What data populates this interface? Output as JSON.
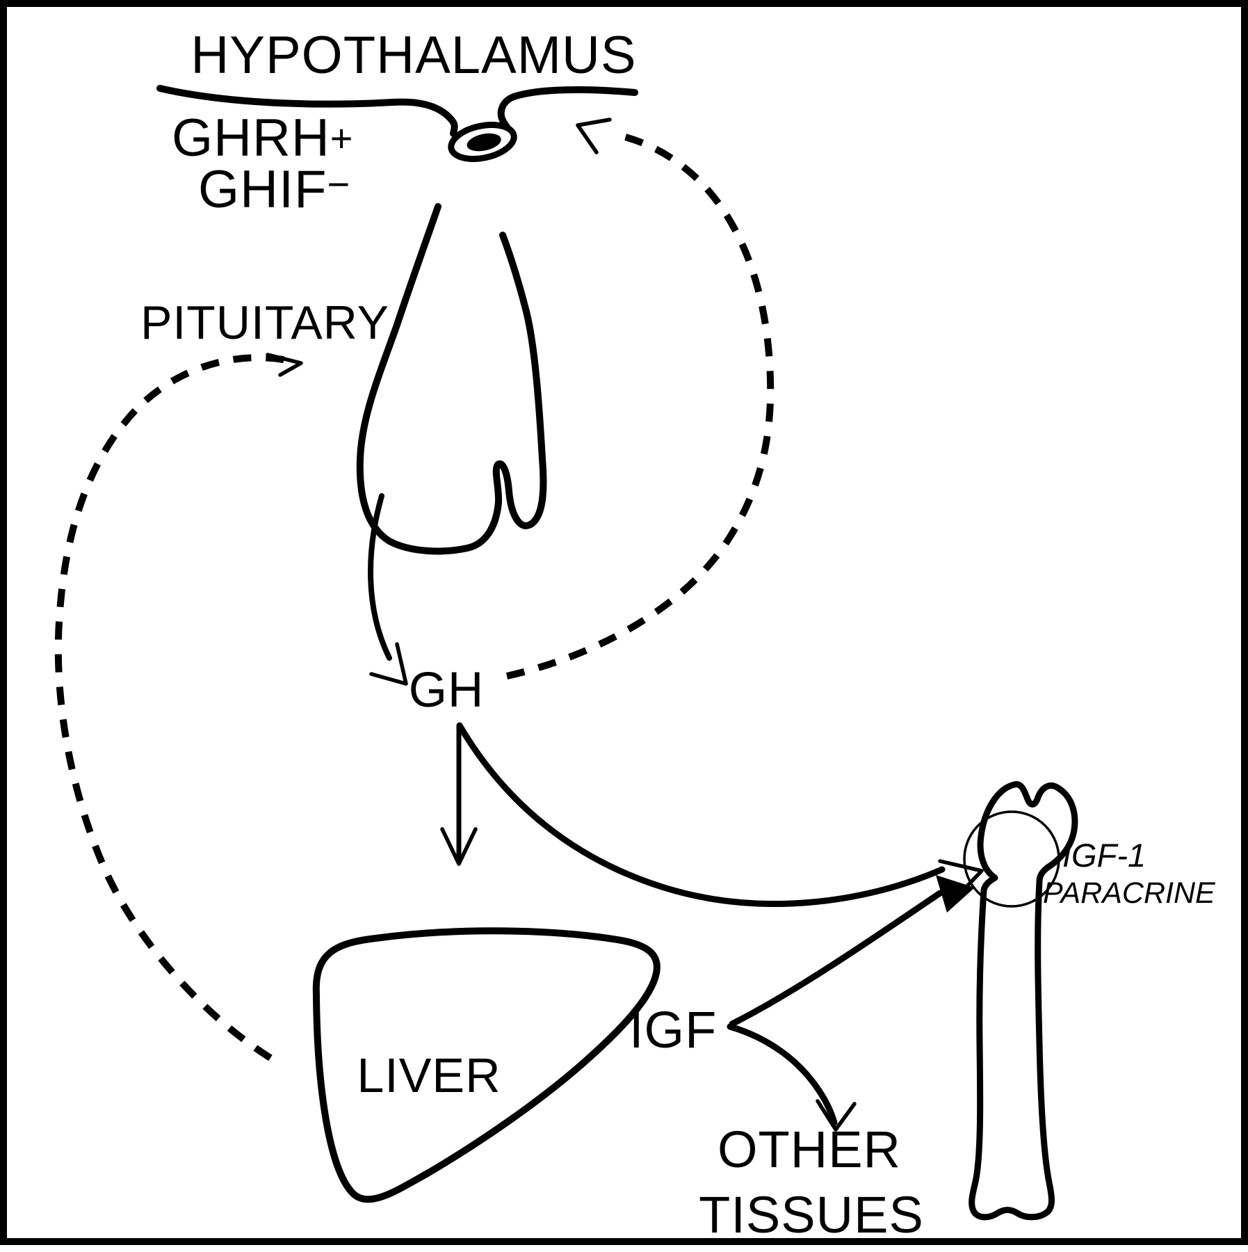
{
  "figure": {
    "title": "Growth hormone axis diagram",
    "colors": {
      "ink": "#000000",
      "background": "#ffffff"
    },
    "labels": {
      "hypothalamus": "HYPOTHALAMUS",
      "ghrh": "GHRH",
      "ghrh_sign": "+",
      "ghif": "GHIF",
      "ghif_sign": "−",
      "pituitary": "PITUITARY",
      "gh": "GH",
      "liver": "LIVER",
      "igf": "IGF",
      "other_tissues_line1": "OTHER",
      "other_tissues_line2": "TISSUES",
      "paracrine_line1": "IGF-1",
      "paracrine_line2": "PARACRINE"
    },
    "edges": [
      {
        "from": "PITUITARY",
        "to": "GH",
        "style": "solid-arrow"
      },
      {
        "from": "GH",
        "to": "LIVER",
        "style": "solid-arrow"
      },
      {
        "from": "GH",
        "to": "BONE (IGF-1 PARACRINE)",
        "style": "solid-arrow"
      },
      {
        "from": "IGF",
        "to": "BONE (IGF-1 PARACRINE)",
        "style": "solid-filled-arrow"
      },
      {
        "from": "IGF",
        "to": "OTHER TISSUES",
        "style": "solid-arrow"
      },
      {
        "from": "GH",
        "to": "HYPOTHALAMUS",
        "style": "dashed-feedback-arrow"
      },
      {
        "from": "LIVER/IGF",
        "to": "PITUITARY",
        "style": "dashed-feedback-arrow"
      }
    ]
  }
}
